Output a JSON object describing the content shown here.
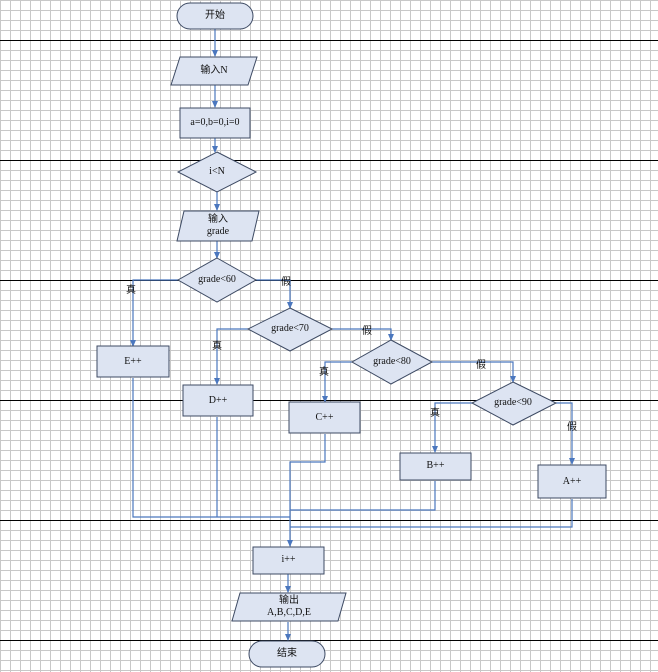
{
  "nodes": {
    "start": "开始",
    "input_n": "输入N",
    "init": "a=0,b=0,i=0",
    "loop_cond": "i<N",
    "input_grade": "输入\ngrade",
    "cond60": "grade<60",
    "cond70": "grade<70",
    "cond80": "grade<80",
    "cond90": "grade<90",
    "e_inc": "E++",
    "d_inc": "D++",
    "c_inc": "C++",
    "b_inc": "B++",
    "a_inc": "A++",
    "i_inc": "i++",
    "output": "输出\nA,B,C,D,E",
    "end": "结束"
  },
  "labels": {
    "true": "真",
    "false": "假"
  },
  "colors": {
    "shape_fill": "#dde4f2",
    "shape_stroke": "#3d4a63",
    "connector": "#4b77be"
  }
}
